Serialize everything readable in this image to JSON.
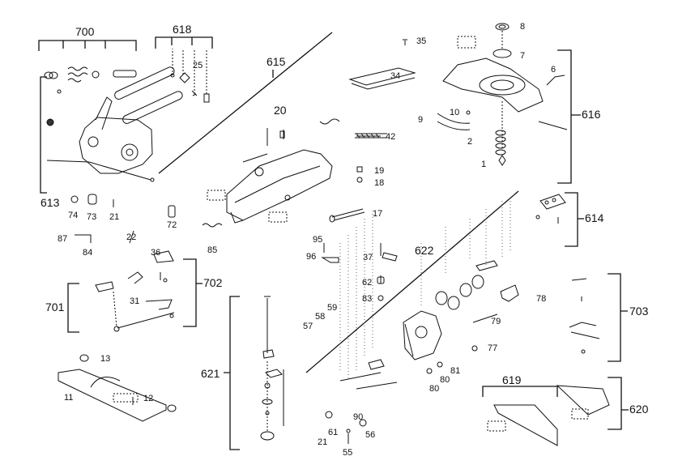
{
  "diagram": {
    "assembly_numbers": [
      "700",
      "618",
      "615",
      "616",
      "613",
      "614",
      "622",
      "701",
      "702",
      "621",
      "703",
      "619",
      "620"
    ],
    "part_numbers": [
      "35",
      "8",
      "7",
      "34",
      "6",
      "25",
      "20",
      "9",
      "10",
      "42",
      "2",
      "1",
      "19",
      "18",
      "74",
      "73",
      "21",
      "72",
      "17",
      "22",
      "87",
      "84",
      "85",
      "95",
      "96",
      "37",
      "36",
      "62",
      "83",
      "78",
      "31",
      "59",
      "58",
      "57",
      "79",
      "77",
      "13",
      "81",
      "80",
      "12",
      "11",
      "90",
      "61",
      "56",
      "55"
    ],
    "labels": {
      "a700": "700",
      "a618": "618",
      "a615": "615",
      "a616": "616",
      "a613": "613",
      "a614": "614",
      "a622": "622",
      "a701": "701",
      "a702": "702",
      "a621": "621",
      "a703": "703",
      "a619": "619",
      "a620": "620",
      "p35": "35",
      "p8": "8",
      "p7": "7",
      "p34": "34",
      "p6": "6",
      "p25": "25",
      "p20": "20",
      "p9": "9",
      "p10": "10",
      "p42": "42",
      "p2": "2",
      "p1": "1",
      "p19": "19",
      "p18": "18",
      "p74": "74",
      "p73": "73",
      "p21a": "21",
      "p72": "72",
      "p17": "17",
      "p22": "22",
      "p87": "87",
      "p84": "84",
      "p85": "85",
      "p95": "95",
      "p96": "96",
      "p37": "37",
      "p36": "36",
      "p62": "62",
      "p83": "83",
      "p78": "78",
      "p31": "31",
      "p59": "59",
      "p58": "58",
      "p57": "57",
      "p79": "79",
      "p77": "77",
      "p13": "13",
      "p81": "81",
      "p80a": "80",
      "p80b": "80",
      "p12": "12",
      "p11": "11",
      "p90": "90",
      "p61": "61",
      "p21b": "21",
      "p56": "56",
      "p55": "55"
    }
  }
}
